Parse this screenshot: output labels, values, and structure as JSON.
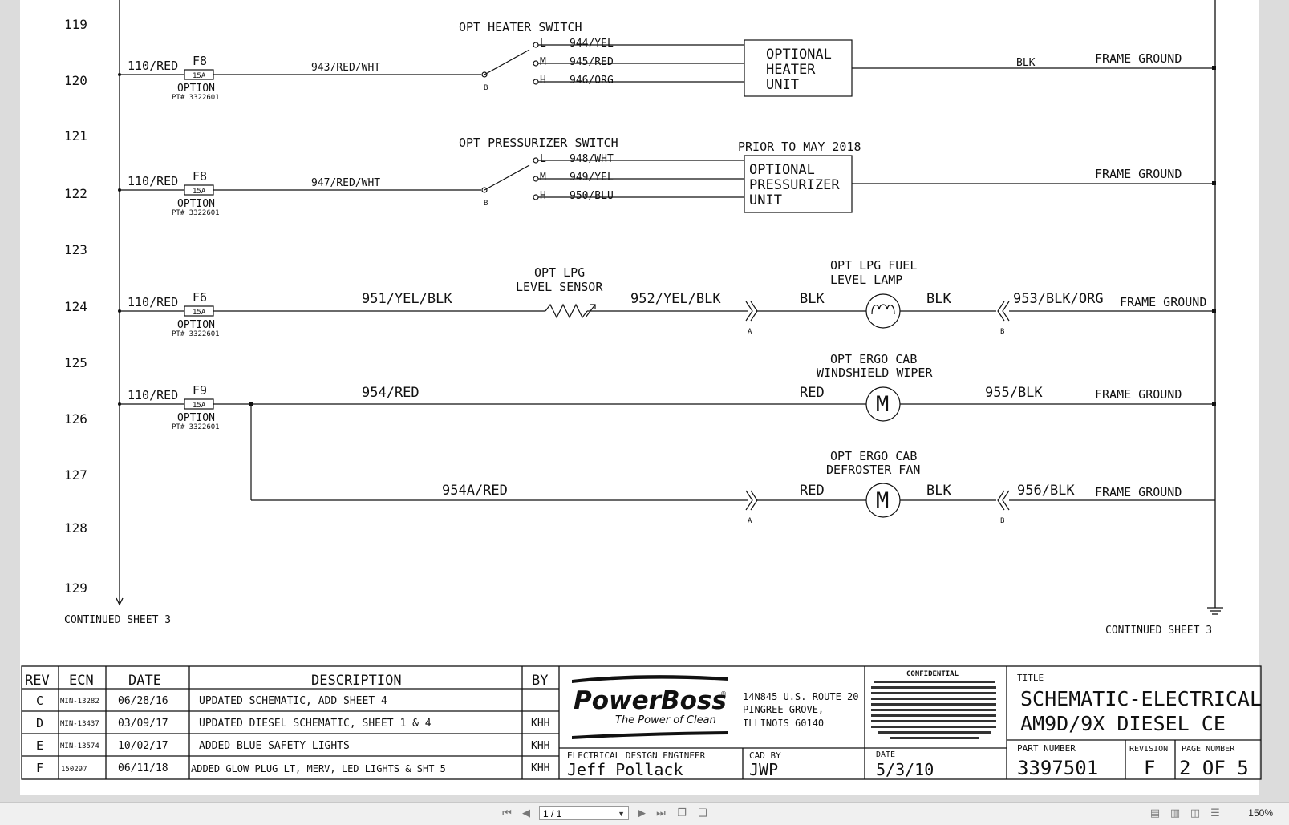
{
  "rows": [
    "119",
    "120",
    "121",
    "122",
    "123",
    "124",
    "125",
    "126",
    "127",
    "128",
    "129"
  ],
  "continued_left": "CONTINUED SHEET 3",
  "continued_right": "CONTINUED SHEET 3",
  "circuit_heater": {
    "title": "OPT HEATER SWITCH",
    "feed": "110/RED",
    "fuse": "F8",
    "fuse_rating": "15A",
    "option": "OPTION",
    "pt": "PT# 3322601",
    "wire": "943/RED/WHT",
    "sw_b": "B",
    "taps": [
      {
        "tap": "L",
        "wire": "944/YEL"
      },
      {
        "tap": "M",
        "wire": "945/RED"
      },
      {
        "tap": "H",
        "wire": "946/ORG"
      }
    ],
    "unit": [
      "OPTIONAL",
      "HEATER",
      "UNIT"
    ],
    "ground_wire": "BLK",
    "ground": "FRAME GROUND"
  },
  "circuit_pressurizer": {
    "title": "OPT PRESSURIZER SWITCH",
    "note": "PRIOR TO MAY 2018",
    "feed": "110/RED",
    "fuse": "F8",
    "fuse_rating": "15A",
    "option": "OPTION",
    "pt": "PT# 3322601",
    "wire": "947/RED/WHT",
    "sw_b": "B",
    "taps": [
      {
        "tap": "L",
        "wire": "948/WHT"
      },
      {
        "tap": "M",
        "wire": "949/YEL"
      },
      {
        "tap": "H",
        "wire": "950/BLU"
      }
    ],
    "unit": [
      "OPTIONAL",
      "PRESSURIZER",
      "UNIT"
    ],
    "ground": "FRAME GROUND"
  },
  "circuit_lpg": {
    "feed": "110/RED",
    "fuse": "F6",
    "fuse_rating": "15A",
    "option": "OPTION",
    "pt": "PT# 3322601",
    "wire1": "951/YEL/BLK",
    "sensor": [
      "OPT LPG",
      "LEVEL SENSOR"
    ],
    "wire2": "952/YEL/BLK",
    "conn_a": "A",
    "blk1": "BLK",
    "lamp": [
      "OPT LPG FUEL",
      "LEVEL LAMP"
    ],
    "blk2": "BLK",
    "conn_b": "B",
    "wire3": "953/BLK/ORG",
    "ground": "FRAME GROUND"
  },
  "circuit_wiper": {
    "feed": "110/RED",
    "fuse": "F9",
    "fuse_rating": "15A",
    "option": "OPTION",
    "pt": "PT# 3322601",
    "wire1": "954/RED",
    "title": [
      "OPT ERGO CAB",
      "WINDSHIELD WIPER"
    ],
    "red": "RED",
    "motor": "M",
    "wire2": "955/BLK",
    "ground": "FRAME GROUND"
  },
  "circuit_defrost": {
    "wire1": "954A/RED",
    "title": [
      "OPT ERGO CAB",
      "DEFROSTER FAN"
    ],
    "conn_a": "A",
    "red": "RED",
    "motor": "M",
    "blk": "BLK",
    "conn_b": "B",
    "wire2": "956/BLK",
    "ground": "FRAME GROUND"
  },
  "revisions": {
    "headers": [
      "REV",
      "ECN",
      "DATE",
      "DESCRIPTION",
      "BY"
    ],
    "rows": [
      {
        "rev": "C",
        "ecn": "MIN-13282",
        "date": "06/28/16",
        "desc": "UPDATED SCHEMATIC, ADD SHEET 4",
        "by": ""
      },
      {
        "rev": "D",
        "ecn": "MIN-13437",
        "date": "03/09/17",
        "desc": "UPDATED DIESEL SCHEMATIC, SHEET 1 & 4",
        "by": "KHH"
      },
      {
        "rev": "E",
        "ecn": "MIN-13574",
        "date": "10/02/17",
        "desc": "ADDED BLUE SAFETY LIGHTS",
        "by": "KHH"
      },
      {
        "rev": "F",
        "ecn": "150297",
        "date": "06/11/18",
        "desc": "ADDED GLOW PLUG LT, MERV, LED LIGHTS & SHT 5",
        "by": "KHH"
      }
    ]
  },
  "title_block": {
    "logo": "PowerBoss",
    "logo_mark": "®",
    "slogan": "The Power of Clean",
    "address": [
      "14N845 U.S. ROUTE 20",
      "PINGREE GROVE,",
      "ILLINOIS 60140"
    ],
    "confidential": "CONFIDENTIAL",
    "engineer_label": "ELECTRICAL DESIGN ENGINEER",
    "engineer": "Jeff Pollack",
    "cad_label": "CAD BY",
    "cad": "JWP",
    "date_label": "DATE",
    "date": "5/3/10",
    "title_label": "TITLE",
    "title": [
      "SCHEMATIC-ELECTRICAL",
      "AM9D/9X DIESEL CE"
    ],
    "part_label": "PART NUMBER",
    "part": "3397501",
    "revision_label": "REVISION",
    "revision": "F",
    "page_label": "PAGE NUMBER",
    "page": "2 OF 5"
  },
  "viewer": {
    "page_field": "1 / 1",
    "zoom": "150%",
    "icons": [
      "first-page-icon",
      "prev-page-icon",
      "next-page-icon",
      "last-page-icon",
      "copy-page-icon",
      "paste-page-icon",
      "single-page-icon",
      "continuous-page-icon",
      "facing-page-icon",
      "cover-page-icon"
    ]
  }
}
